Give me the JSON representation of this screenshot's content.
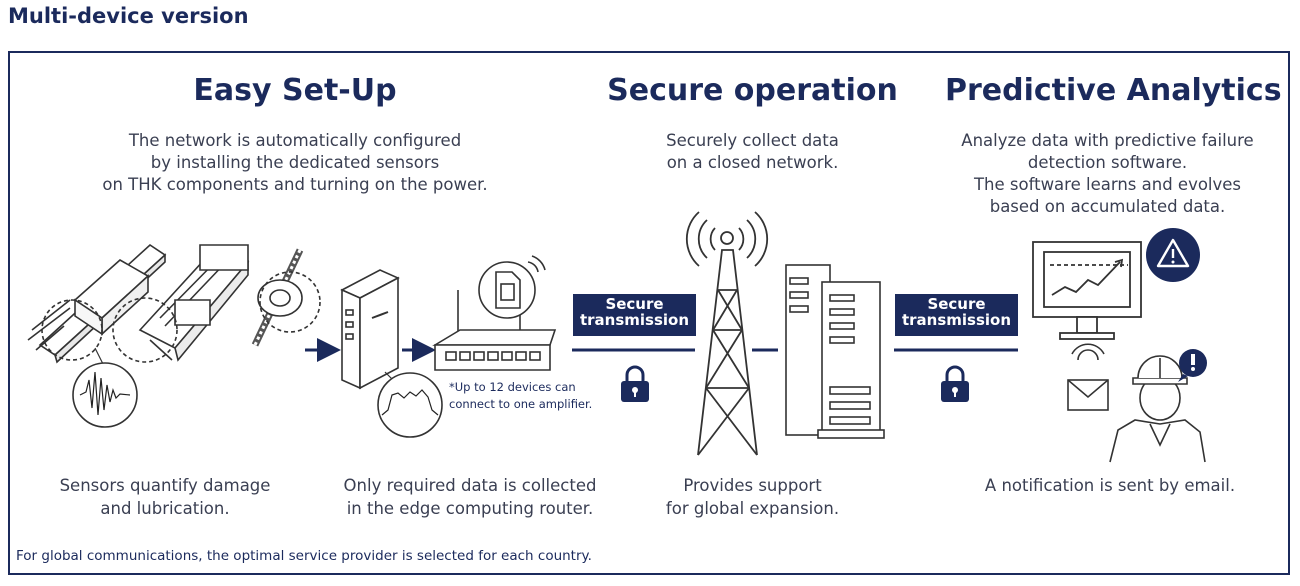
{
  "page_title": "Multi-device version",
  "sections": {
    "setup": {
      "heading": "Easy Set-Up",
      "description": [
        "The network is automatically configured",
        "by installing the dedicated sensors",
        "on THK components and turning on the power."
      ]
    },
    "secure": {
      "heading": "Secure operation",
      "description": [
        "Securely collect data",
        "on a closed network."
      ]
    },
    "analytics": {
      "heading": "Predictive Analytics",
      "description": [
        "Analyze data with predictive failure",
        "detection software.",
        "The software learns and evolves",
        "based on accumulated data."
      ]
    }
  },
  "badges": {
    "left": [
      "Secure",
      "transmission"
    ],
    "right": [
      "Secure",
      "transmission"
    ]
  },
  "router_note": [
    "*Up to 12 devices can",
    "connect to one amplifier."
  ],
  "captions": {
    "sensors": [
      "Sensors quantify damage",
      "and lubrication."
    ],
    "router": [
      "Only required data is collected",
      "in the edge computing router."
    ],
    "tower": [
      "Provides support",
      "for global expansion."
    ],
    "notification": [
      "A notification is sent by email."
    ]
  },
  "footer": "For global communications, the optimal service provider is selected for each country.",
  "colors": {
    "navy": "#1b2a5c",
    "text": "#3a3f52",
    "line": "#333333"
  },
  "icons": [
    "guide-rail-icon",
    "actuator-icon",
    "ball-screw-icon",
    "amplifier-icon",
    "router-icon",
    "sim-card-icon",
    "tower-icon",
    "server-icon",
    "monitor-icon",
    "warning-icon",
    "lock-icon",
    "envelope-icon",
    "worker-icon",
    "exclamation-icon",
    "waveform-icon"
  ]
}
